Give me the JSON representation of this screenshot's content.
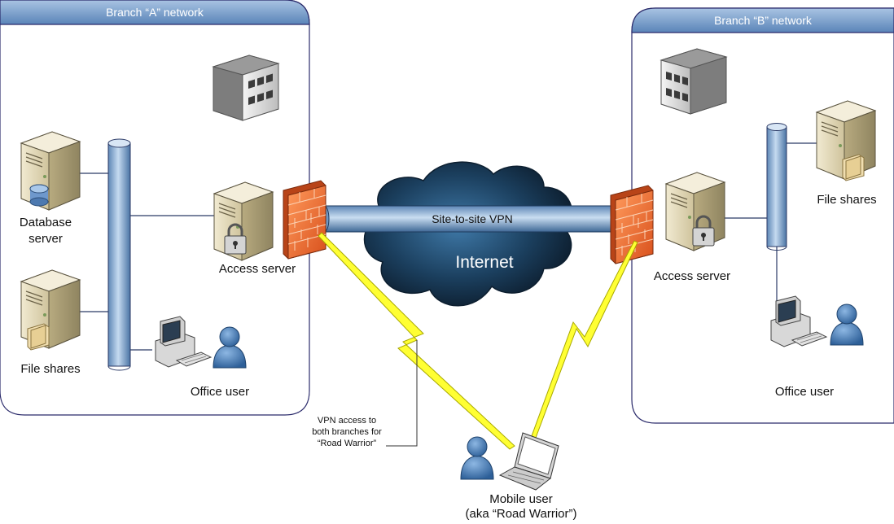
{
  "branch_a": {
    "title": "Branch “A” network",
    "database_server": "Database\nserver",
    "file_shares": "File shares",
    "access_server": "Access server",
    "office_user": "Office user"
  },
  "branch_b": {
    "title": "Branch “B” network",
    "file_shares": "File shares",
    "access_server": "Access server",
    "office_user": "Office user"
  },
  "internet": {
    "label": "Internet",
    "tunnel_label": "Site-to-site VPN"
  },
  "mobile": {
    "callout": "VPN access to both branches for “Road Warrior”",
    "label_line1": "Mobile user",
    "label_line2": "(aka “Road Warrior”)"
  },
  "colors": {
    "panel_header": "#6b94c4",
    "panel_border": "#2b2b6b",
    "firewall": "#e8612c",
    "tunnel": "#8fb3d6",
    "cloud": "#1f3e5a",
    "lightning": "#ffff33",
    "person": "#3f78b8",
    "server": "#d9cfae"
  }
}
